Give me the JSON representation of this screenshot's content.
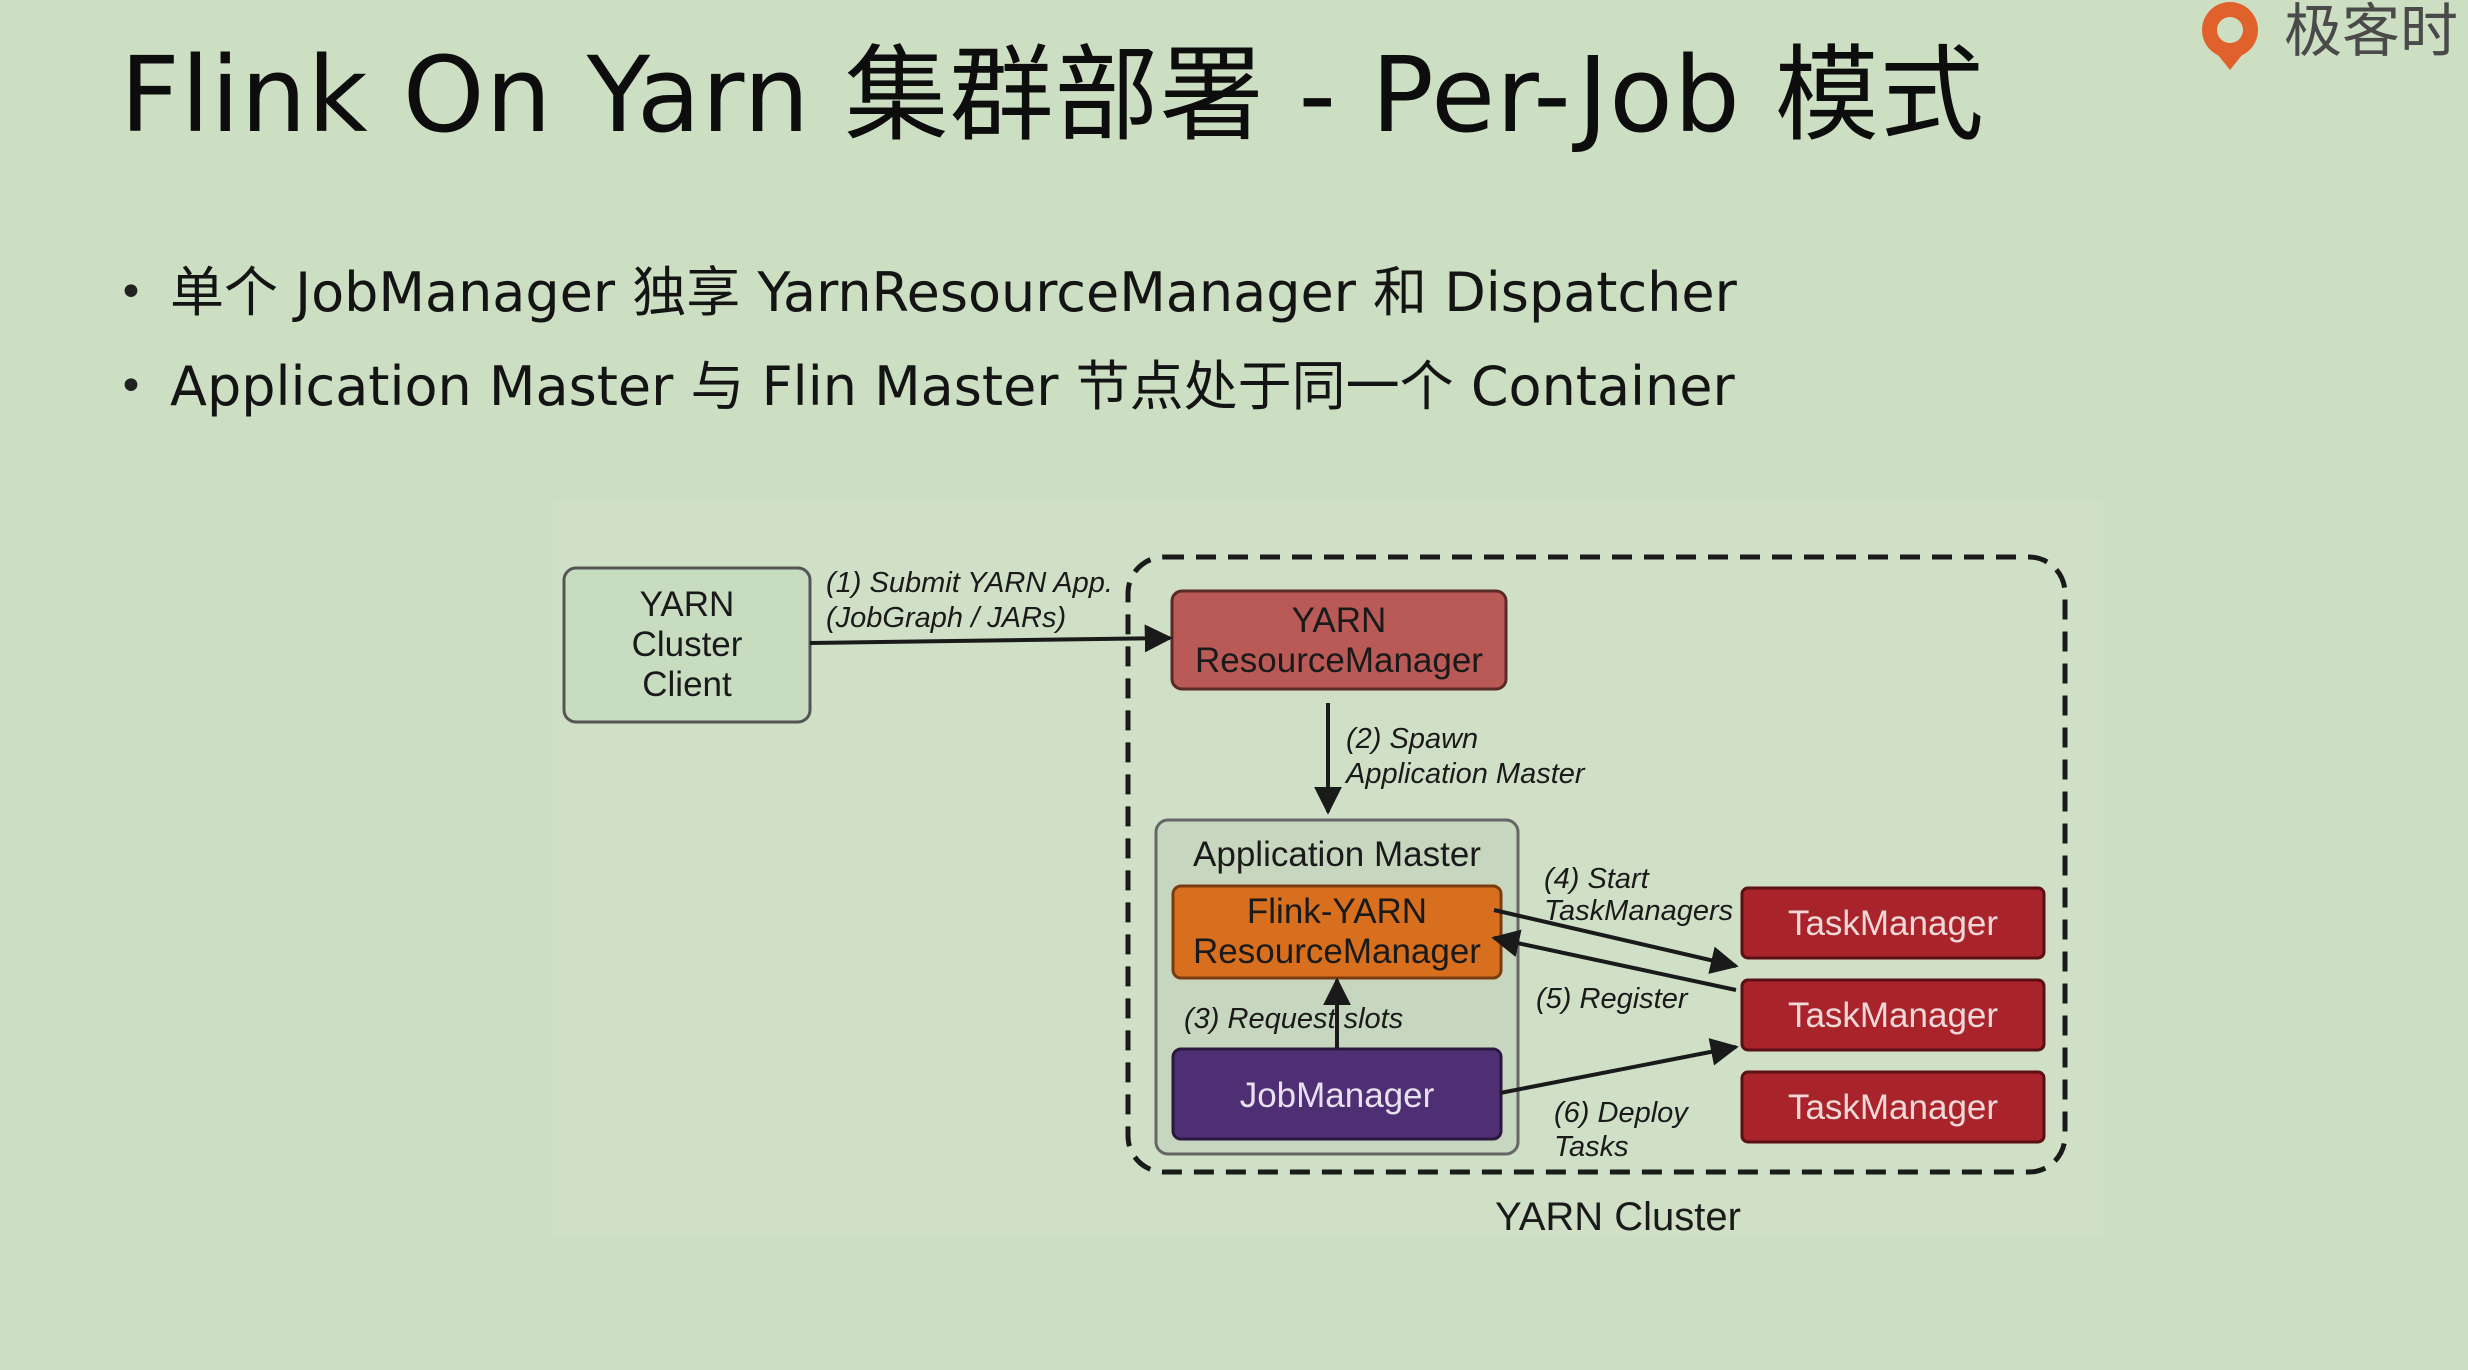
{
  "slide": {
    "title": "Flink On Yarn 集群部署 - Per-Job 模式",
    "logo_text": "极客时",
    "bullets": [
      "单个 JobManager 独享 YarnResourceManager 和 Dispatcher",
      "Application Master 与 Flin Master 节点处于同一个 Container"
    ]
  },
  "diagram": {
    "client": {
      "line1": "YARN",
      "line2": "Cluster",
      "line3": "Client"
    },
    "yarn_rm": {
      "line1": "YARN",
      "line2": "ResourceManager"
    },
    "app_master_label": "Application Master",
    "flink_rm": {
      "line1": "Flink-YARN",
      "line2": "ResourceManager"
    },
    "jobmanager": "JobManager",
    "taskmanagers": [
      "TaskManager",
      "TaskManager",
      "TaskManager"
    ],
    "cluster_label": "YARN Cluster",
    "edges": {
      "e1_line1": "(1) Submit YARN App.",
      "e1_line2": "(JobGraph / JARs)",
      "e2_line1": "(2) Spawn",
      "e2_line2": "Application Master",
      "e3": "(3) Request slots",
      "e4_line1": "(4) Start",
      "e4_line2": "TaskManagers",
      "e5": "(5) Register",
      "e6_line1": "(6) Deploy",
      "e6_line2": "Tasks"
    },
    "colors": {
      "client_fill": "#c8dcc0",
      "yarn_rm_fill": "#b95a57",
      "app_master_fill": "#c6d6bf",
      "flink_rm_fill": "#d86f1f",
      "jobmanager_fill": "#4f2f73",
      "taskmanager_fill": "#a8242a",
      "line": "#1a1a1a"
    }
  }
}
